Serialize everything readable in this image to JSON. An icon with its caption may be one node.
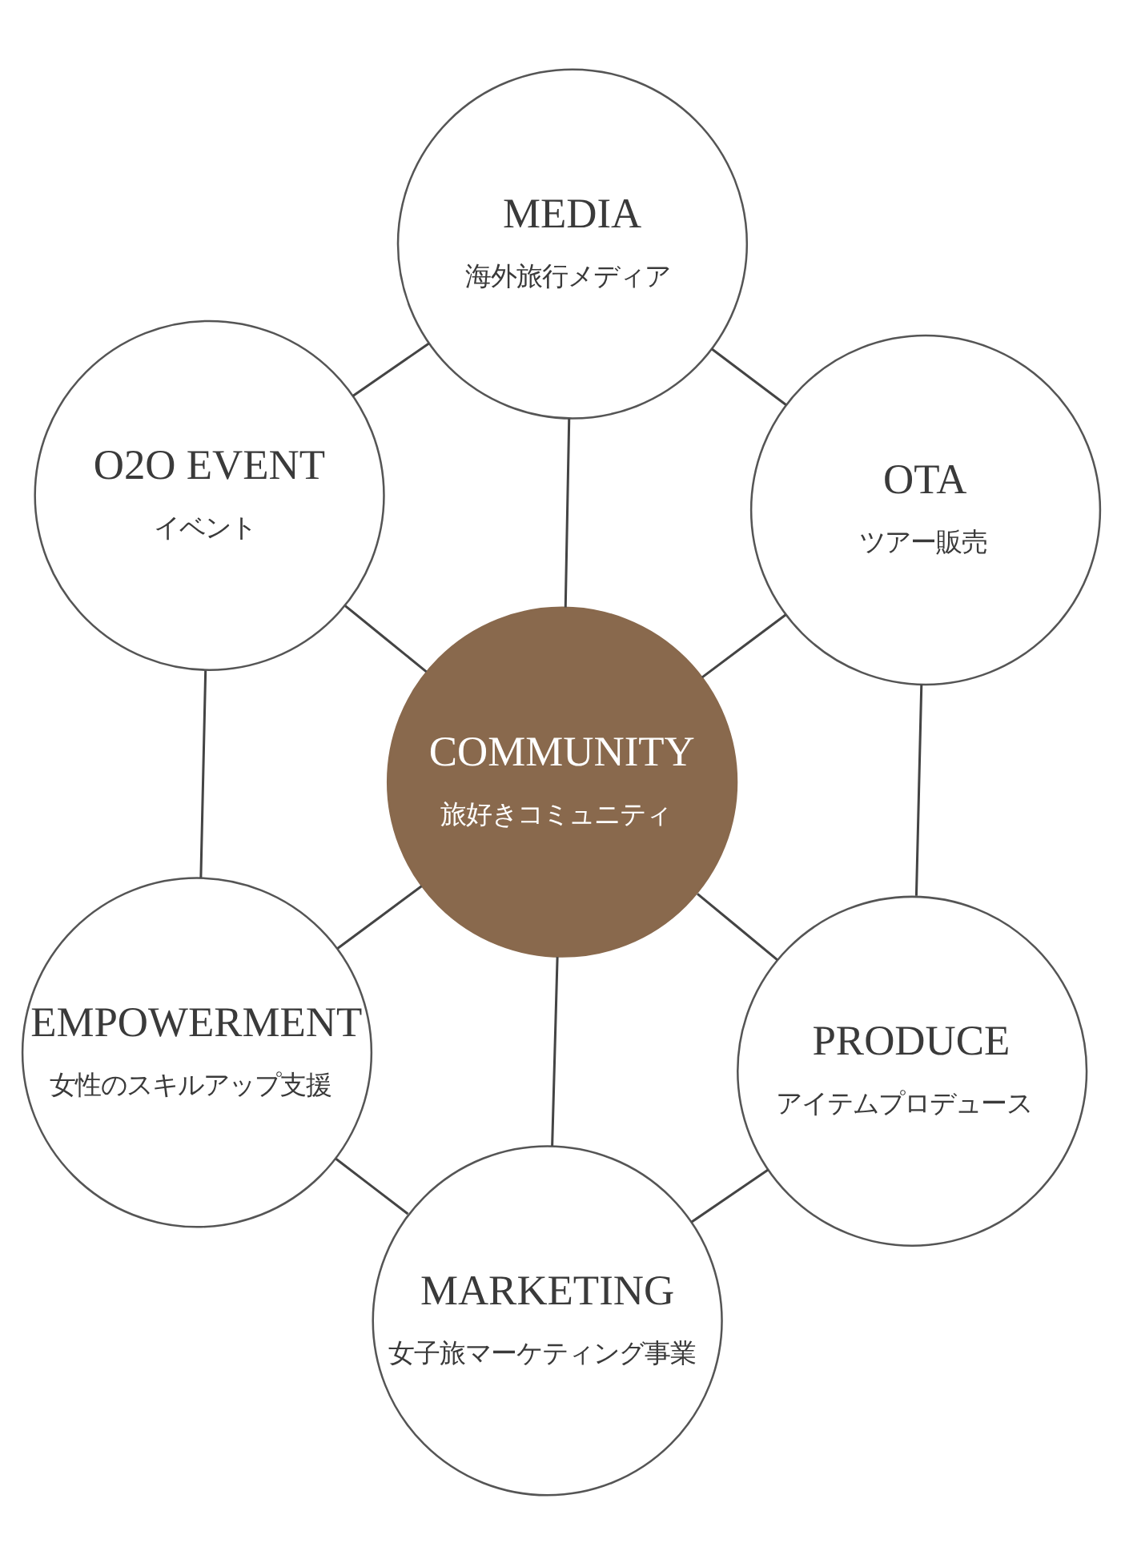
{
  "diagram": {
    "nodes": [
      {
        "text": [
          "MEDIA",
          "海外旅行メディア"
        ]
      },
      {
        "text": [
          "O2O EVENT",
          "イベント"
        ]
      },
      {
        "text": [
          "OTA",
          "ツアー販売"
        ]
      },
      {
        "text": [
          "COMMUNITY",
          "旅好きコミュニティ"
        ]
      },
      {
        "text": [
          "EMPOWERMENT",
          "女性のスキルアップ支援"
        ]
      },
      {
        "text": [
          "PRODUCE",
          "アイテムプロデュース"
        ]
      },
      {
        "text": [
          "MARKETING",
          "女子旅マーケティング事業"
        ]
      }
    ],
    "edges": [
      {
        "from": 0,
        "to": 2,
        "arrow": "none"
      },
      {
        "from": 2,
        "to": 5,
        "arrow": "none"
      },
      {
        "from": 5,
        "to": 6,
        "arrow": "none"
      },
      {
        "from": 6,
        "to": 4,
        "arrow": "none"
      },
      {
        "from": 4,
        "to": 1,
        "arrow": "none"
      },
      {
        "from": 1,
        "to": 0,
        "arrow": "none"
      },
      {
        "from": 3,
        "to": 0,
        "arrow": "none"
      },
      {
        "from": 3,
        "to": 2,
        "arrow": "none"
      },
      {
        "from": 3,
        "to": 5,
        "arrow": "none"
      },
      {
        "from": 3,
        "to": 6,
        "arrow": "none"
      },
      {
        "from": 3,
        "to": 4,
        "arrow": "none"
      },
      {
        "from": 3,
        "to": 1,
        "arrow": "none"
      }
    ]
  }
}
